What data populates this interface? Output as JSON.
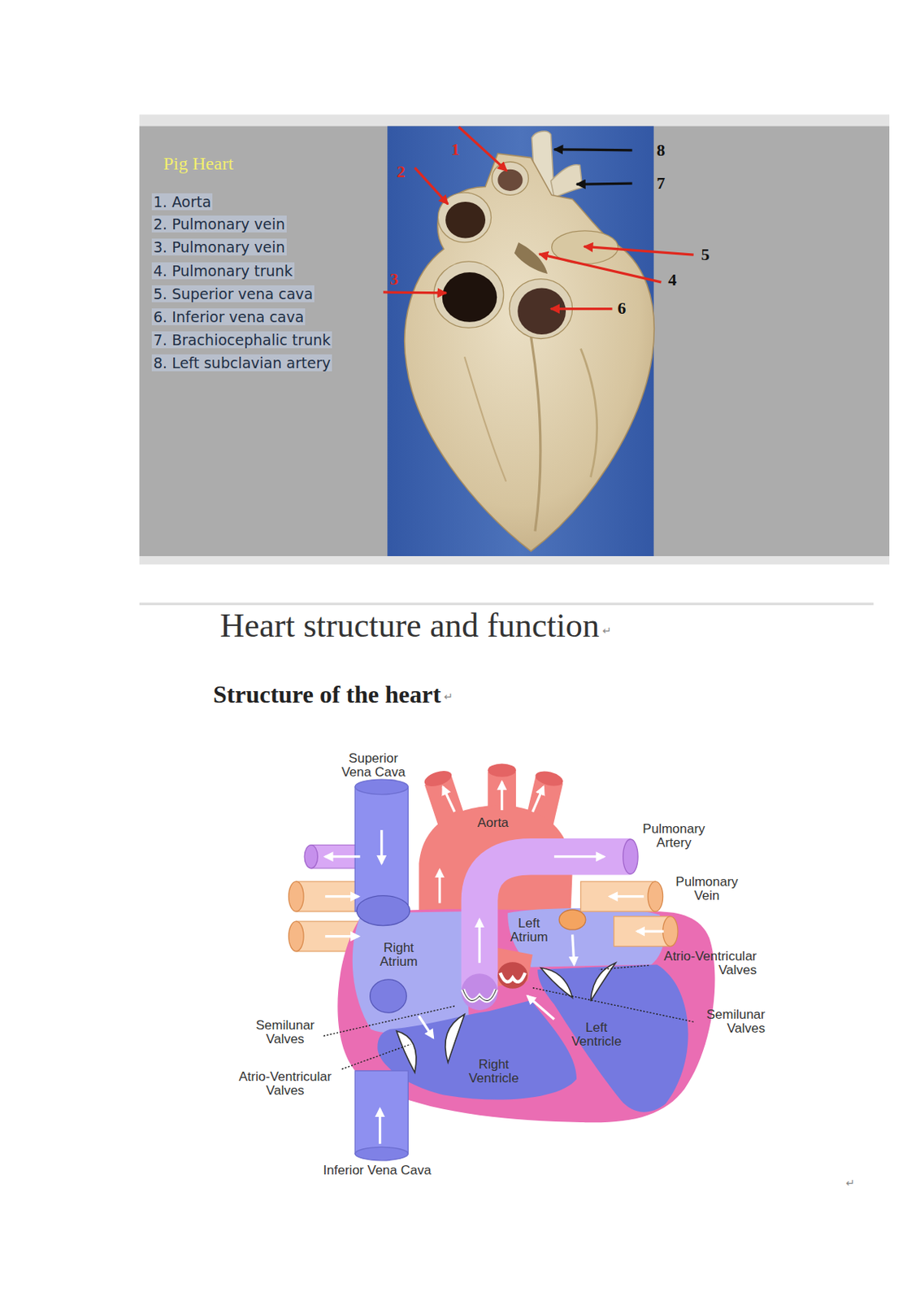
{
  "diagram": {
    "title": "Heart structure and function",
    "labels": [
      "Pig Heart",
      "1. Aorta",
      "2. Pulmonary vein",
      "3. Pulmonary vein",
      "4. Pulmonary trunk",
      "5. Superior vena cava",
      "6. Inferior vena cava",
      "7. Brachiocephalic trunk",
      "8. Left subclavian artery",
      "1",
      "2",
      "3",
      "4",
      "5",
      "6",
      "7",
      "8",
      "↵",
      "Structure of the heart",
      "↵",
      "Superior Vena Cava",
      "Aorta",
      "Pulmonary Artery",
      "Pulmonary Vein",
      "Left Atrium",
      "Right Atrium",
      "Atrio-Ventricular Valves",
      "Semilunar Valves",
      "Left Ventricle",
      "Semilunar Valves",
      "Right Ventricle",
      "Atrio-Ventricular Valves",
      "Inferior Vena Cava",
      "↵"
    ]
  }
}
